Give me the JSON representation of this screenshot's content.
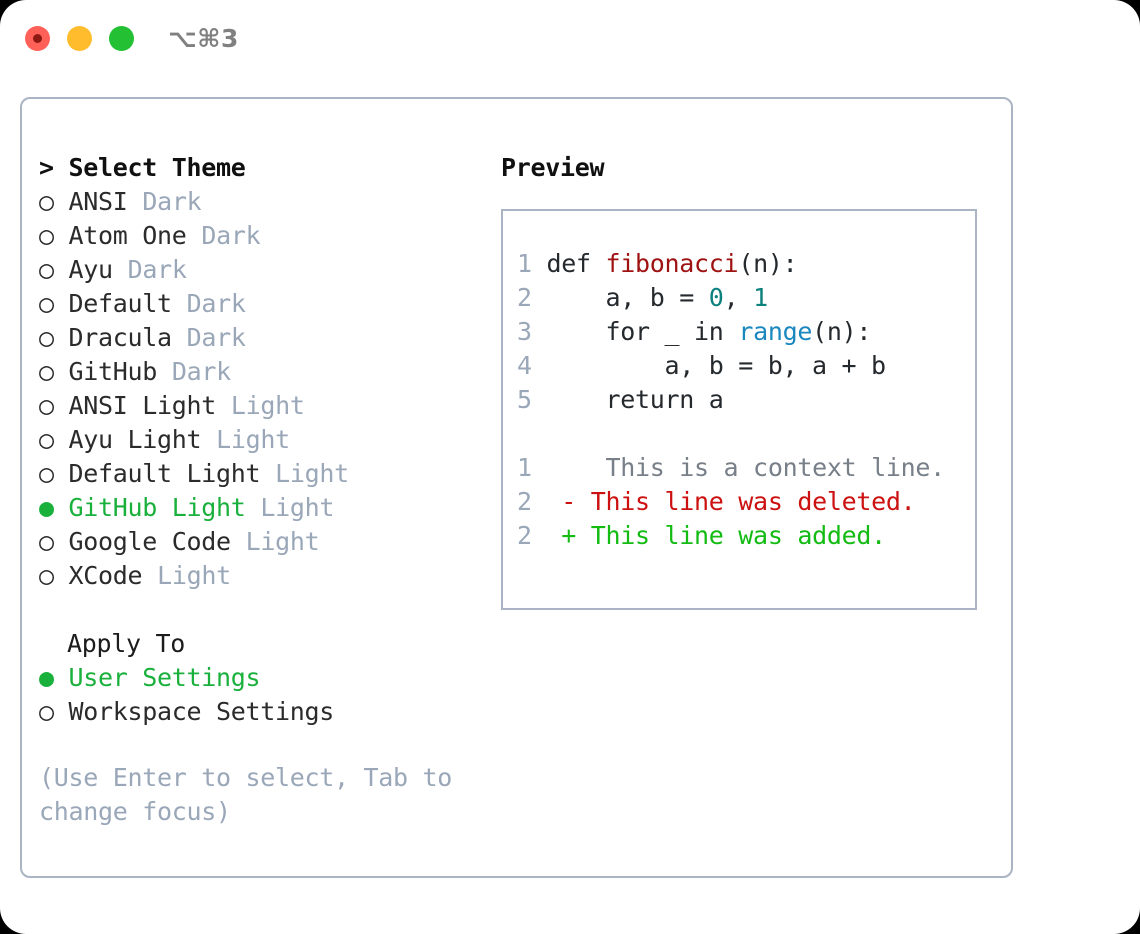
{
  "window": {
    "shortcut_label": "⌥⌘3",
    "traffic_lights": [
      {
        "name": "close",
        "color": "#ff6159"
      },
      {
        "name": "minimize",
        "color": "#ffbd2e"
      },
      {
        "name": "maximize",
        "color": "#22c032"
      }
    ]
  },
  "theme_list": {
    "header": "> Select Theme",
    "selected_bullet": "●",
    "unselected_bullet": "○",
    "items": [
      {
        "name": "ANSI",
        "kind": "Dark",
        "selected": false
      },
      {
        "name": "Atom One",
        "kind": "Dark",
        "selected": false
      },
      {
        "name": "Ayu",
        "kind": "Dark",
        "selected": false
      },
      {
        "name": "Default",
        "kind": "Dark",
        "selected": false
      },
      {
        "name": "Dracula",
        "kind": "Dark",
        "selected": false
      },
      {
        "name": "GitHub",
        "kind": "Dark",
        "selected": false
      },
      {
        "name": "ANSI Light",
        "kind": "Light",
        "selected": false
      },
      {
        "name": "Ayu Light",
        "kind": "Light",
        "selected": false
      },
      {
        "name": "Default Light",
        "kind": "Light",
        "selected": false
      },
      {
        "name": "GitHub Light",
        "kind": "Light",
        "selected": true
      },
      {
        "name": "Google Code",
        "kind": "Light",
        "selected": false
      },
      {
        "name": "XCode",
        "kind": "Light",
        "selected": false
      }
    ]
  },
  "apply_to": {
    "header": "Apply To",
    "options": [
      {
        "label": "User Settings",
        "selected": true
      },
      {
        "label": "Workspace Settings",
        "selected": false
      }
    ]
  },
  "hint": "(Use Enter to select, Tab to change focus)",
  "preview": {
    "header": "Preview",
    "code_lines": [
      {
        "lineno": "1",
        "tokens": [
          {
            "text": "def ",
            "type": "def"
          },
          {
            "text": "fibonacci",
            "type": "fn"
          },
          {
            "text": "(n):",
            "type": "plain"
          }
        ]
      },
      {
        "lineno": "2",
        "tokens": [
          {
            "text": "    a, b = ",
            "type": "plain"
          },
          {
            "text": "0",
            "type": "num"
          },
          {
            "text": ", ",
            "type": "plain"
          },
          {
            "text": "1",
            "type": "num"
          }
        ]
      },
      {
        "lineno": "3",
        "tokens": [
          {
            "text": "    for _ in ",
            "type": "plain"
          },
          {
            "text": "range",
            "type": "builtin"
          },
          {
            "text": "(n):",
            "type": "plain"
          }
        ]
      },
      {
        "lineno": "4",
        "tokens": [
          {
            "text": "        a, b = b, a + b",
            "type": "plain"
          }
        ]
      },
      {
        "lineno": "5",
        "tokens": [
          {
            "text": "    return a",
            "type": "plain"
          }
        ]
      }
    ],
    "diff_lines": [
      {
        "lineno": "1",
        "marker": " ",
        "text": "  This is a context line.",
        "kind": "context"
      },
      {
        "lineno": "2",
        "marker": "-",
        "text": " This line was deleted.",
        "kind": "deleted"
      },
      {
        "lineno": "2",
        "marker": "+",
        "text": " This line was added.",
        "kind": "added"
      }
    ]
  },
  "colors": {
    "accent_green": "#19b03c",
    "muted": "#9aa7b8",
    "border": "#aab4c4",
    "fn_red": "#9f1212",
    "number_teal": "#0c807c",
    "builtin_blue": "#1a87bf",
    "diff_deleted": "#cc1111",
    "diff_added": "#13bb13",
    "diff_context": "#777f88"
  }
}
